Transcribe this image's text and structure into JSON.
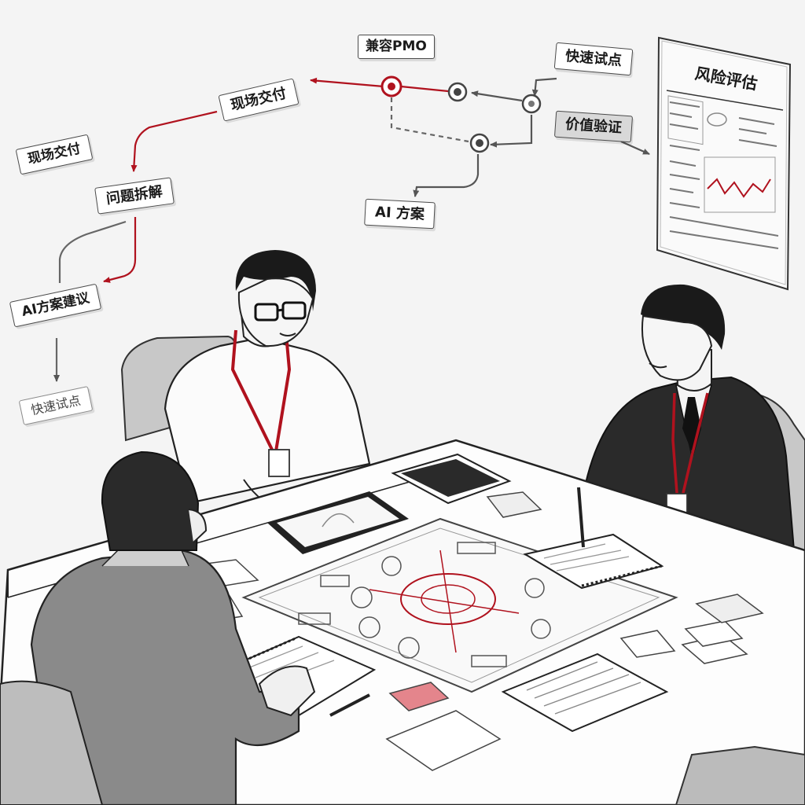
{
  "labels": {
    "pmo": "兼容PMO",
    "pilot_top": "快速试点",
    "value": "价值验证",
    "delivery_top": "现场交付",
    "delivery_left": "现场交付",
    "breakdown": "问题拆解",
    "ai_plan": "AI 方案",
    "ai_suggest": "AI方案建议",
    "pilot_left": "快速试点"
  },
  "risk_panel": {
    "title": "风险评估"
  },
  "colors": {
    "accent_red": "#b0121e",
    "line_grey": "#555555",
    "background": "#f4f4f4"
  }
}
